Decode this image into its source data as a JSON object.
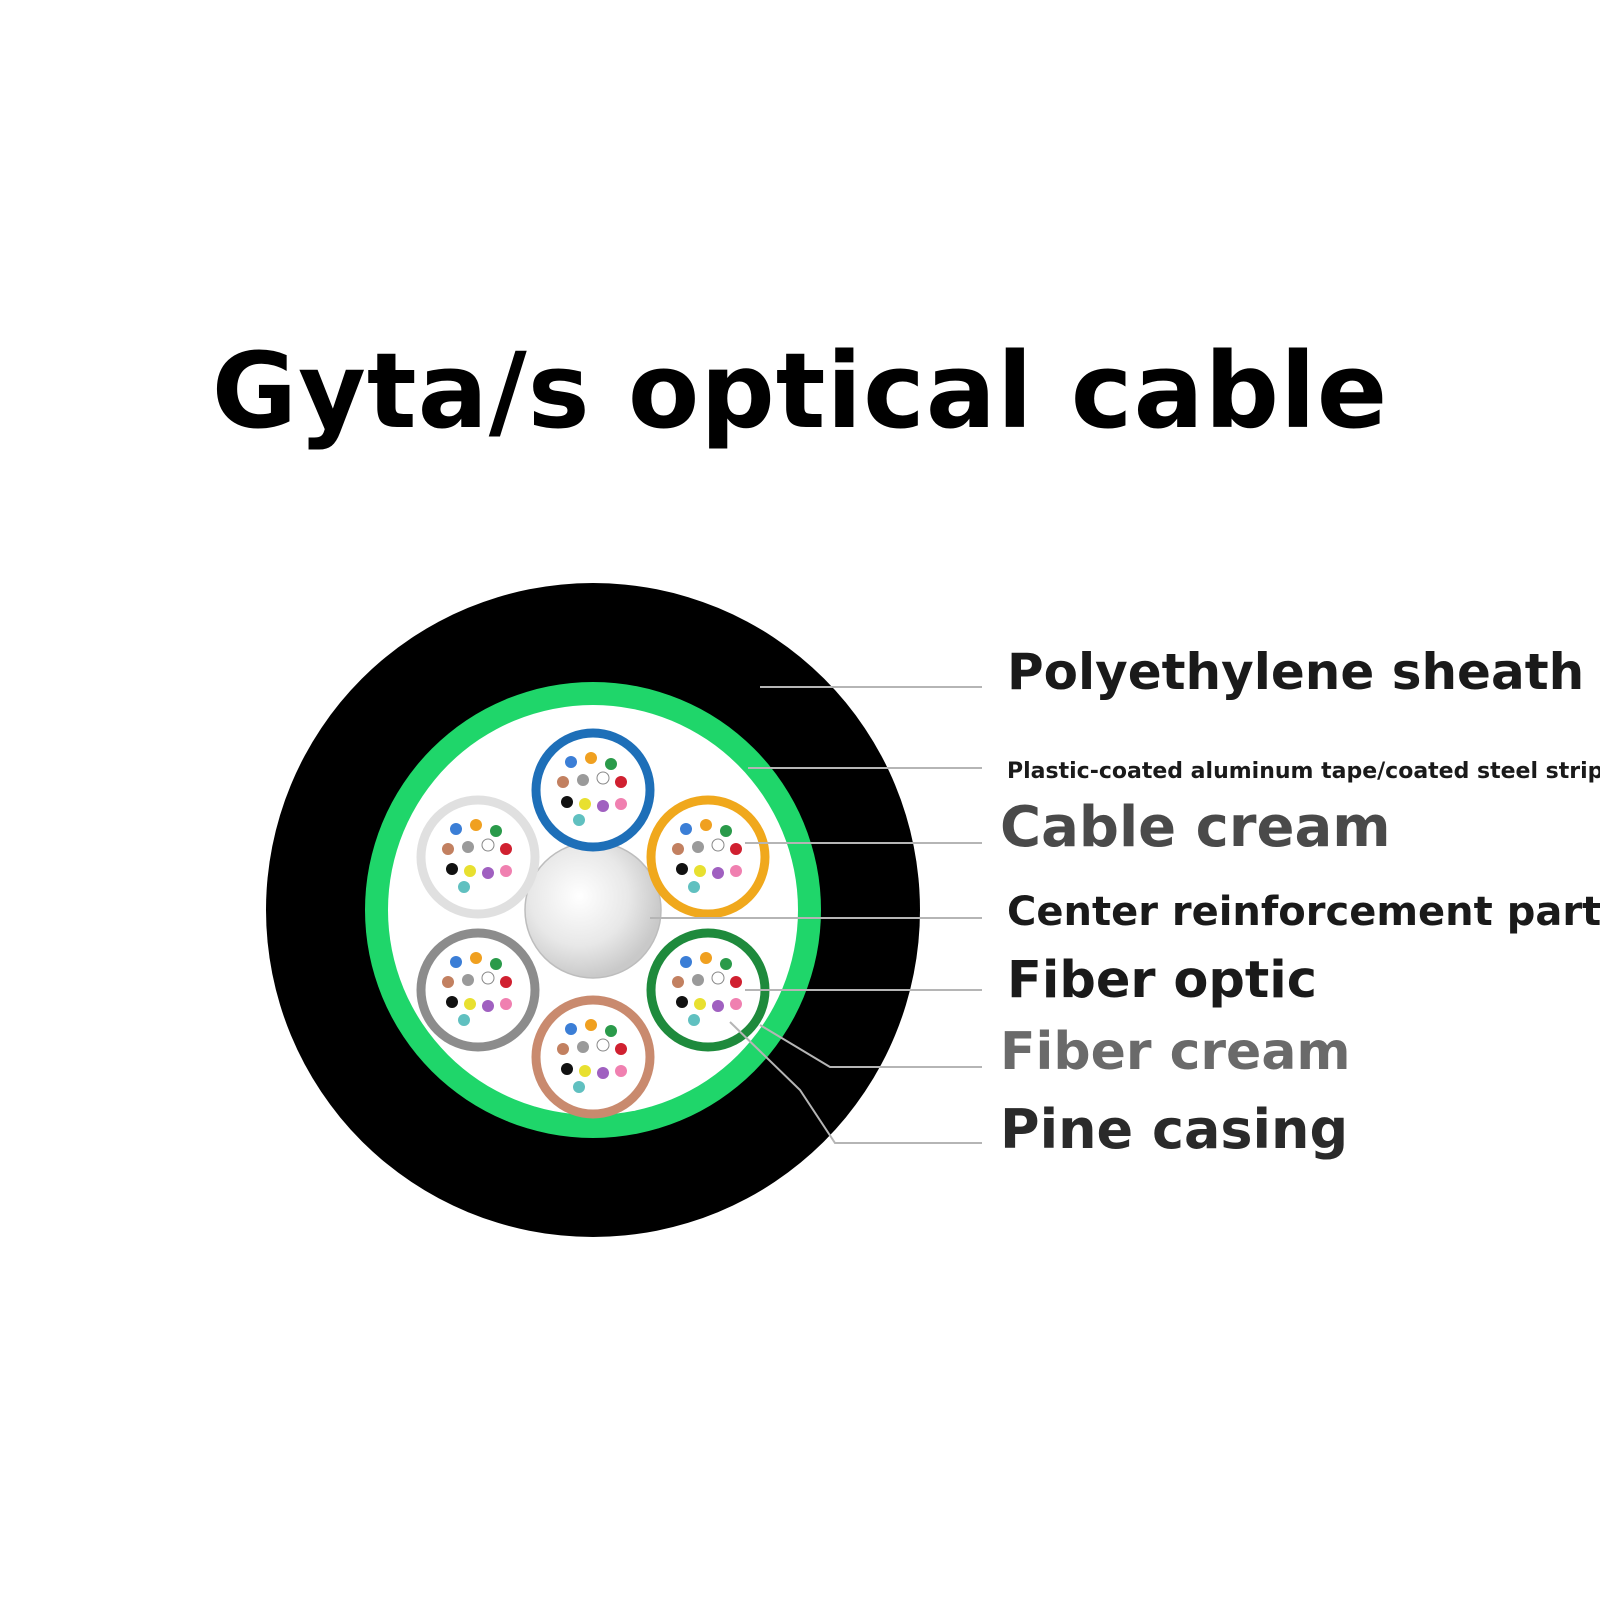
{
  "title": "Gyta/s optical cable",
  "labels": [
    {
      "id": "polyethylene-sheath",
      "text": "Polyethylene sheath",
      "color": "#1a1a1a"
    },
    {
      "id": "aluminum-tape",
      "text": "Plastic-coated aluminum tape/coated steel strip",
      "color": "#1a1a1a"
    },
    {
      "id": "cable-cream",
      "text": "Cable cream",
      "color": "#4a4a4a"
    },
    {
      "id": "center-reinforcement",
      "text": "Center reinforcement parts",
      "color": "#1a1a1a"
    },
    {
      "id": "fiber-optic",
      "text": "Fiber optic",
      "color": "#1a1a1a"
    },
    {
      "id": "fiber-cream",
      "text": "Fiber cream",
      "color": "#6a6a6a"
    },
    {
      "id": "pine-casing",
      "text": "Pine casing",
      "color": "#2a2a2a"
    }
  ],
  "colors": {
    "sheath": "#000000",
    "tape": "#1fd66a",
    "core_fill": "#ffffff",
    "leader_line": "#b5b5b5"
  },
  "tubes": [
    {
      "name": "blue",
      "ring": "#1e6fb8"
    },
    {
      "name": "orange",
      "ring": "#f0a81c"
    },
    {
      "name": "green",
      "ring": "#1e8a3c"
    },
    {
      "name": "brown",
      "ring": "#c98a6e"
    },
    {
      "name": "gray",
      "ring": "#8c8c8c"
    },
    {
      "name": "white",
      "ring": "#e0e0e0"
    }
  ],
  "fiber_colors": [
    "#3b7ed6",
    "#f0a020",
    "#2a9a4a",
    "#c28060",
    "#9a9a9a",
    "#ffffff",
    "#d02030",
    "#111111",
    "#e8e030",
    "#a060c0",
    "#f080b0",
    "#60c0c0"
  ]
}
